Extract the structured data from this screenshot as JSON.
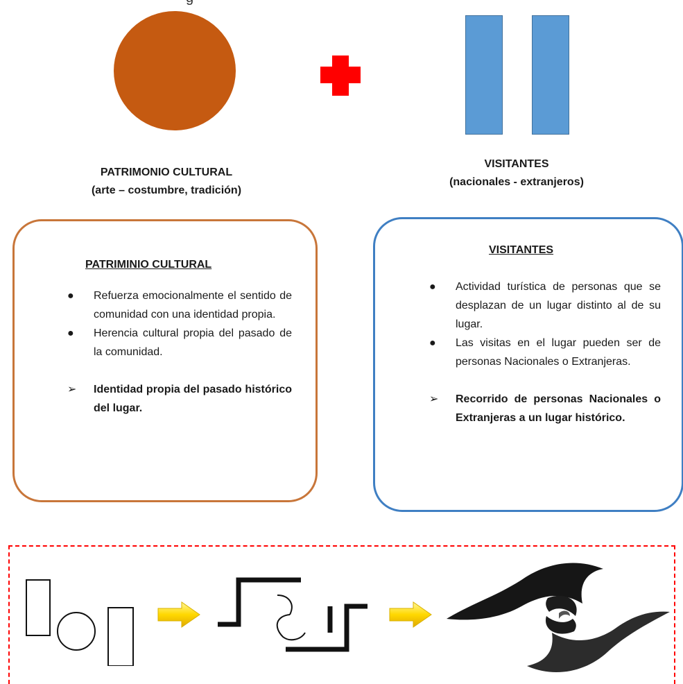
{
  "top_fragment": "g",
  "plus_color": "#ff0000",
  "circle_color": "#c55a11",
  "bars_color": "#5b9bd5",
  "left_caption": {
    "line1": "PATRIMONIO CULTURAL",
    "line2": "(arte – costumbre, tradición)"
  },
  "right_caption": {
    "line1": "VISITANTES",
    "line2": "(nacionales - extranjeros)"
  },
  "left_box": {
    "title": "PATRIMINIO CULTURAL",
    "bullets": [
      "Refuerza emocionalmente el sentido de comunidad con una identidad propia.",
      "Herencia cultural propia del pasado de la comunidad."
    ],
    "arrow_item": "Identidad propia del pasado histórico del lugar.",
    "border_color": "#c8763a"
  },
  "right_box": {
    "title": "VISITANTES",
    "bullets": [
      "Actividad turística de personas que se desplazan de un lugar distinto al de su lugar.",
      "Las visitas en el lugar pueden ser de personas Nacionales o Extranjeras."
    ],
    "arrow_item": "Recorrido de personas Nacionales o Extranjeras a un lugar histórico.",
    "border_color": "#3f7fc3"
  },
  "process_icons": [
    "basic-shapes-icon",
    "abstract-shapes-icon",
    "final-logo-icon"
  ],
  "process_arrow_color": "#ffd800"
}
